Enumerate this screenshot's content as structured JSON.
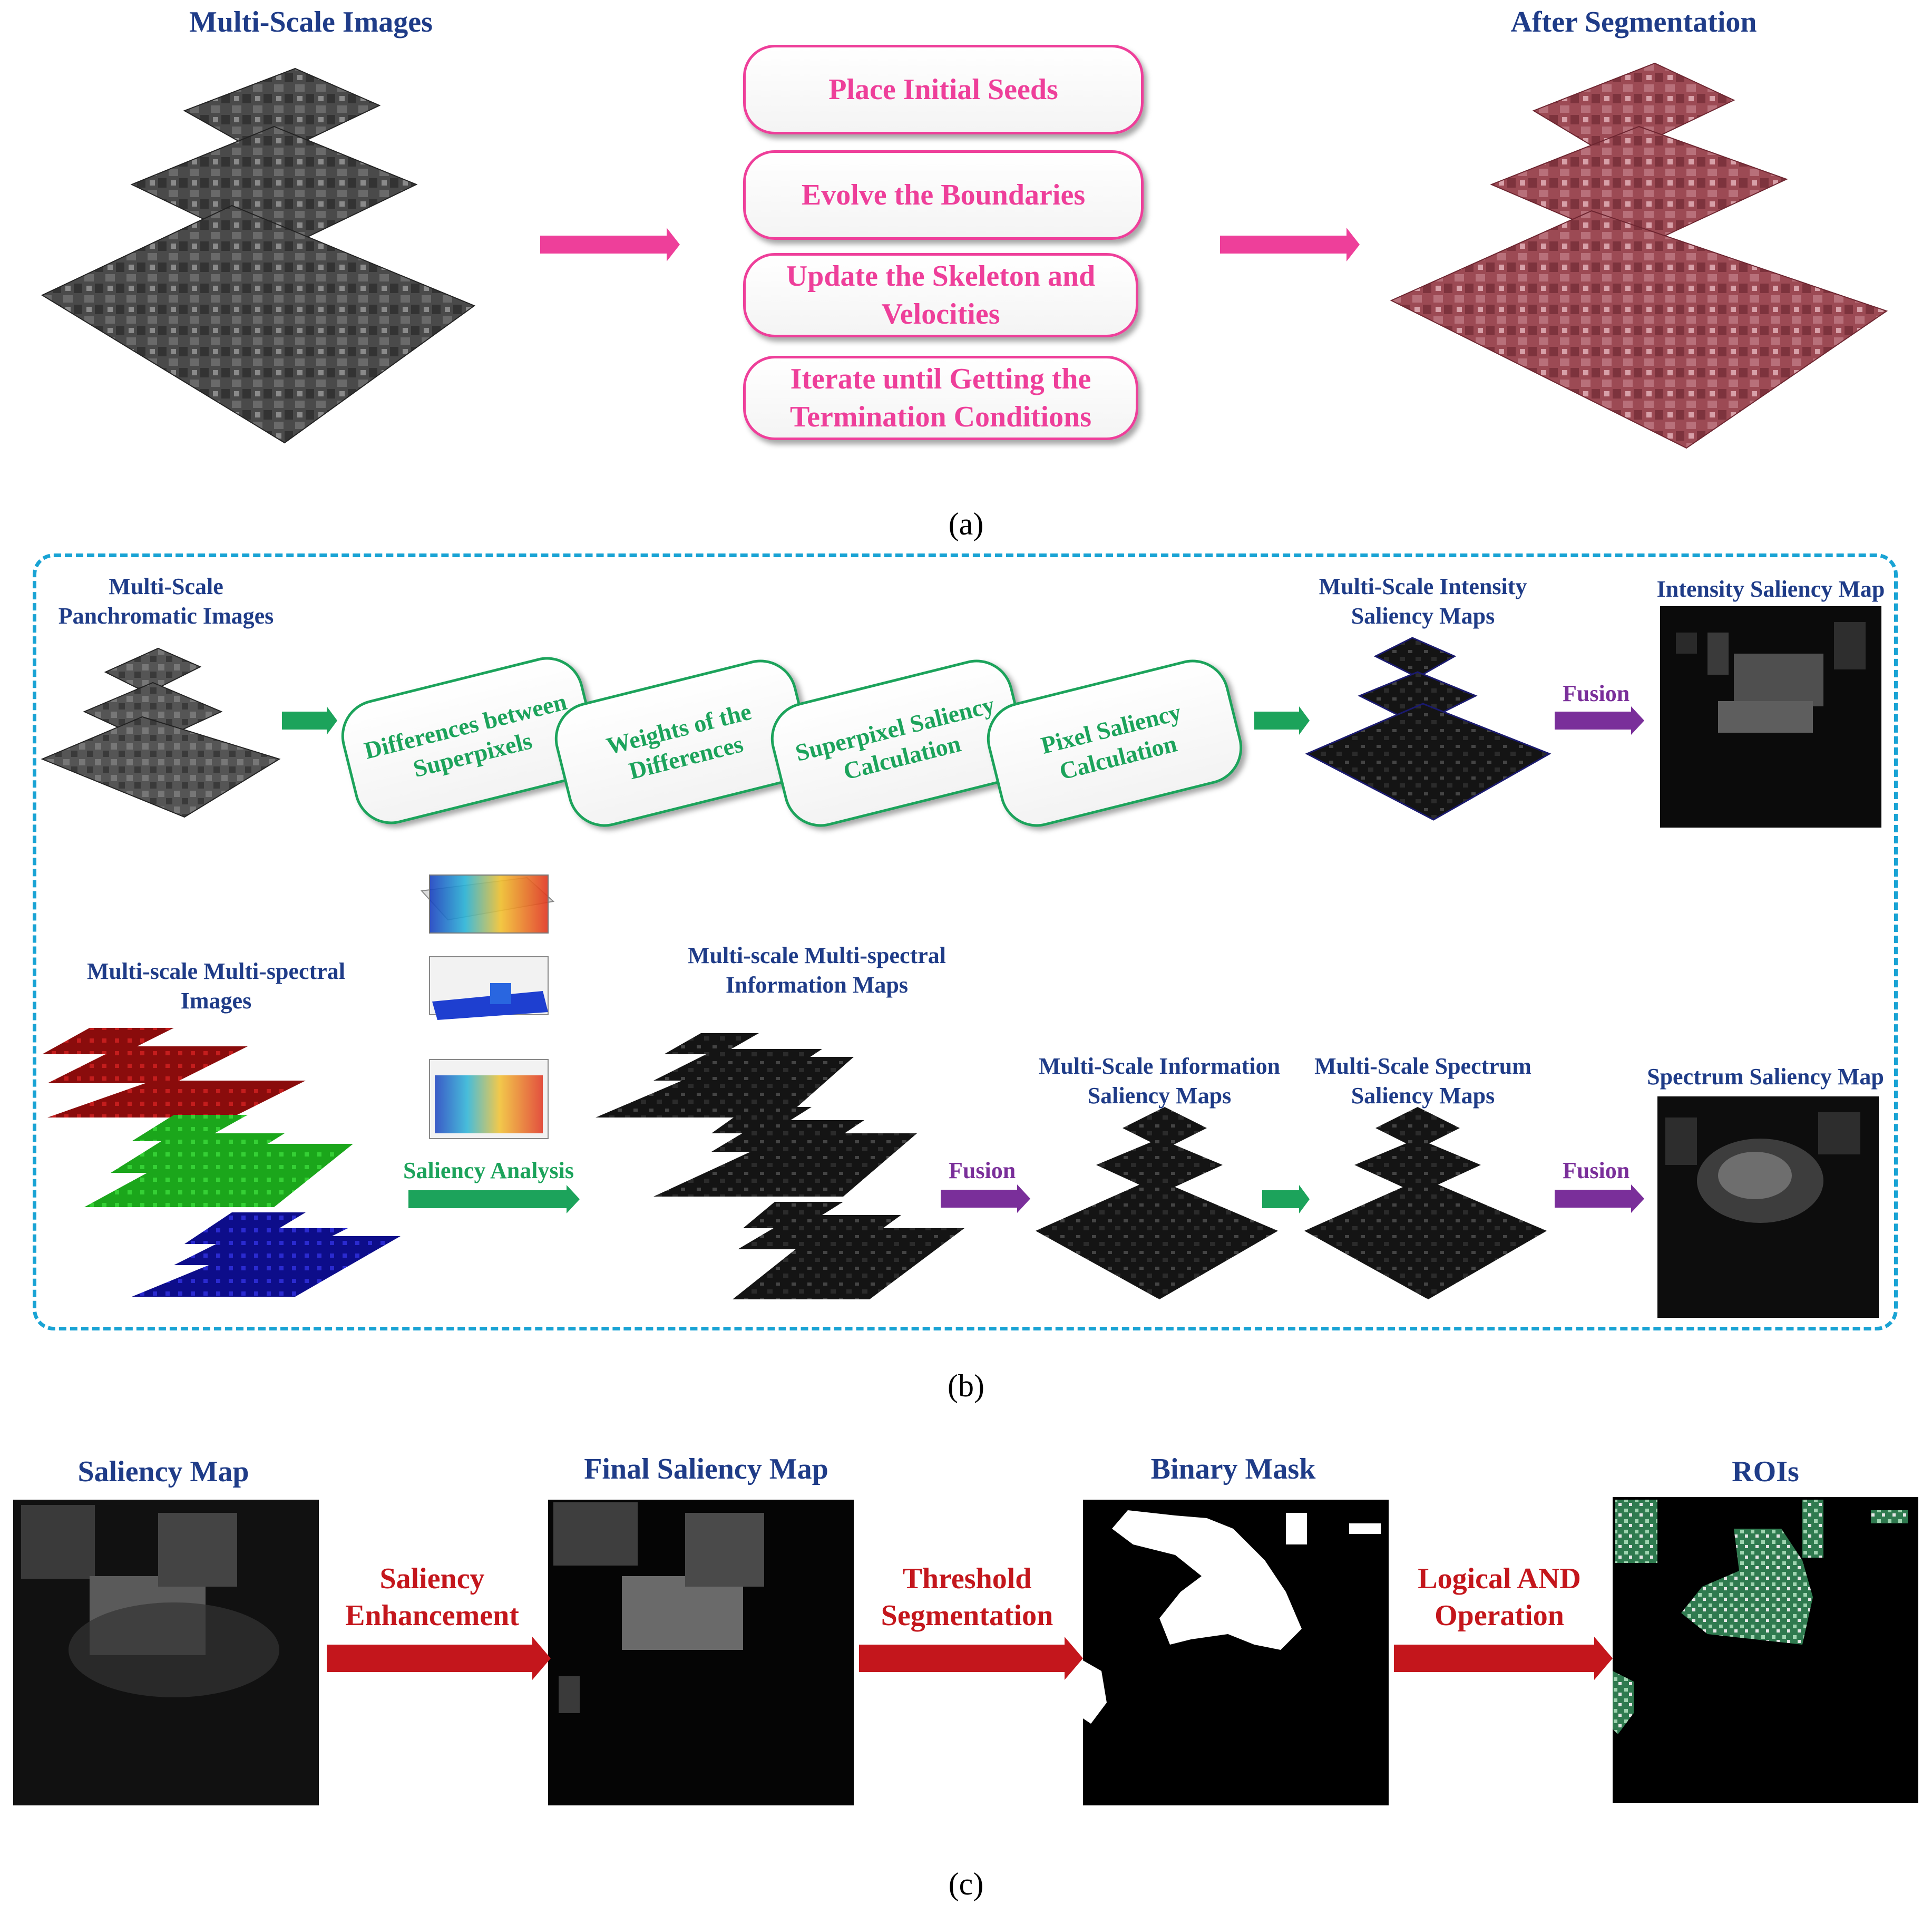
{
  "panel_a": {
    "multi_scale_title": "Multi-Scale Images",
    "after_title": "After Segmentation",
    "steps": [
      "Place Initial Seeds",
      "Evolve the Boundaries",
      "Update the Skeleton and Velocities",
      "Iterate until Getting the Termination Conditions"
    ],
    "caption": "(a)"
  },
  "panel_b": {
    "pan_title": "Multi-Scale Panchromatic Images",
    "steps": [
      "Differences between Superpixels",
      "Weights of the Differences",
      "Superpixel Saliency Calculation",
      "Pixel Saliency Calculation"
    ],
    "intensity_maps_title": "Multi-Scale Intensity Saliency Maps",
    "intensity_map_title": "Intensity Saliency Map",
    "fusion_label": "Fusion",
    "ms_title": "Multi-scale Multi-spectral Images",
    "saliency_analysis": "Saliency Analysis",
    "info_maps_title": "Multi-scale Multi-spectral Information Maps",
    "info_saliency_title": "Multi-Scale Information Saliency Maps",
    "spectrum_maps_title": "Multi-Scale Spectrum Saliency Maps",
    "spectrum_map_title": "Spectrum Saliency Map",
    "caption": "(b)"
  },
  "panel_c": {
    "titles": [
      "Saliency Map",
      "Final Saliency Map",
      "Binary Mask",
      "ROIs"
    ],
    "arrow1": "Saliency Enhancement",
    "arrow2": "Threshold Segmentation",
    "arrow3": "Logical AND Operation",
    "caption": "(c)"
  },
  "colors": {
    "title_blue": "#1f3c88",
    "pink": "#ee3f9a",
    "green": "#1ca35b",
    "purple": "#7a2f9a",
    "red": "#c4161c",
    "dash_blue": "#19a3d4"
  }
}
